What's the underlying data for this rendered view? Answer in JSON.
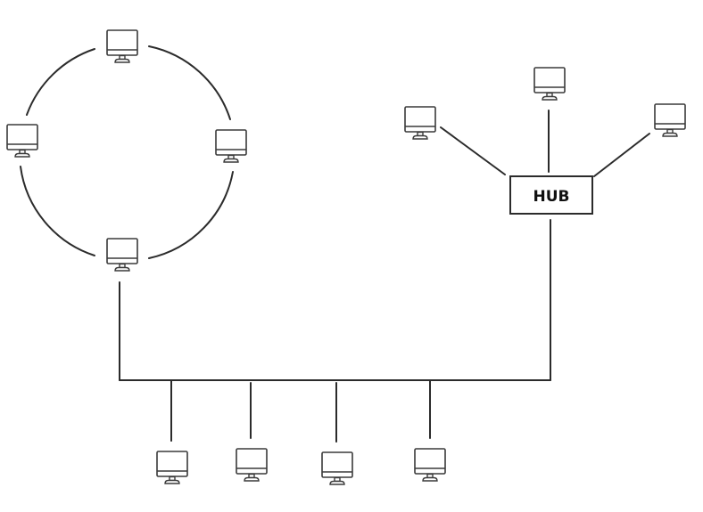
{
  "diagram": {
    "title": "",
    "type": "hybrid network topology",
    "segments": {
      "ring": {
        "name": "ring",
        "computers": 4
      },
      "star": {
        "name": "star",
        "hub_label": "HUB",
        "computers": 3
      },
      "bus": {
        "name": "bus",
        "computers": 4
      }
    },
    "hub": {
      "label": "HUB"
    },
    "icons": {
      "computer": "desktop-monitor-icon"
    },
    "colors": {
      "line": "#2b2b2b",
      "background": "#ffffff",
      "text": "#111111"
    }
  }
}
